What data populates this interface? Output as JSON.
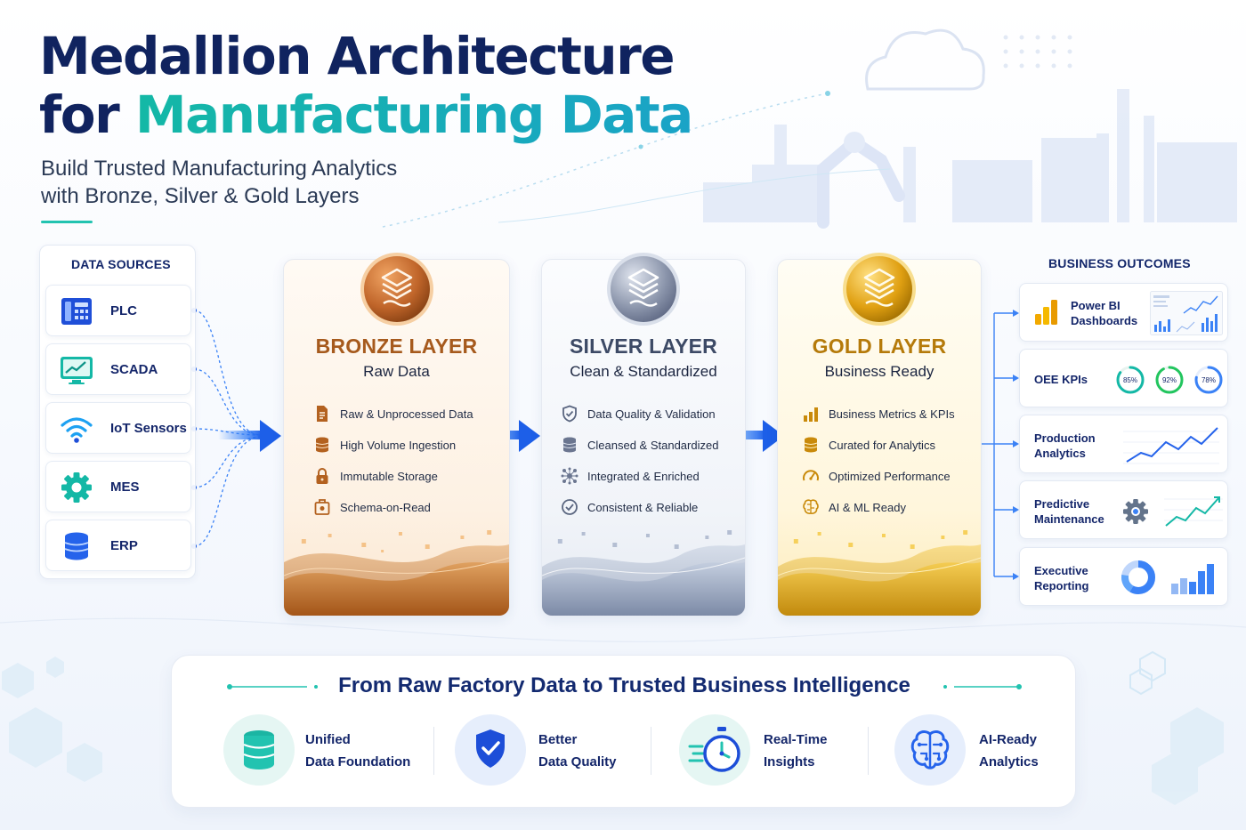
{
  "header": {
    "title_line1": "Medallion Architecture",
    "title_line2_prefix": "for ",
    "title_line2_accent": "Manufacturing Data",
    "subtitle_line1": "Build Trusted Manufacturing Analytics",
    "subtitle_line2": "with Bronze, Silver & Gold Layers"
  },
  "data_sources": {
    "heading": "DATA SOURCES",
    "items": [
      {
        "label": "PLC",
        "icon": "plc-icon"
      },
      {
        "label": "SCADA",
        "icon": "monitor-chart-icon"
      },
      {
        "label": "IoT Sensors",
        "icon": "wifi-icon"
      },
      {
        "label": "MES",
        "icon": "gear-icon"
      },
      {
        "label": "ERP",
        "icon": "database-icon"
      }
    ]
  },
  "layers": [
    {
      "name": "BRONZE LAYER",
      "subtitle": "Raw Data",
      "color": "#a65a1d",
      "features": [
        {
          "text": "Raw & Unprocessed Data",
          "icon": "document-icon"
        },
        {
          "text": "High Volume Ingestion",
          "icon": "database-icon"
        },
        {
          "text": "Immutable Storage",
          "icon": "lock-icon"
        },
        {
          "text": "Schema-on-Read",
          "icon": "schema-icon"
        }
      ]
    },
    {
      "name": "SILVER LAYER",
      "subtitle": "Clean & Standardized",
      "color": "#3d4a66",
      "features": [
        {
          "text": "Data Quality & Validation",
          "icon": "shield-check-icon"
        },
        {
          "text": "Cleansed & Standardized",
          "icon": "database-icon"
        },
        {
          "text": "Integrated & Enriched",
          "icon": "network-icon"
        },
        {
          "text": "Consistent & Reliable",
          "icon": "check-circle-icon"
        }
      ]
    },
    {
      "name": "GOLD LAYER",
      "subtitle": "Business Ready",
      "color": "#b57a0a",
      "features": [
        {
          "text": "Business Metrics & KPIs",
          "icon": "bar-chart-icon"
        },
        {
          "text": "Curated for Analytics",
          "icon": "database-icon"
        },
        {
          "text": "Optimized Performance",
          "icon": "gauge-icon"
        },
        {
          "text": "AI & ML Ready",
          "icon": "brain-icon"
        }
      ]
    }
  ],
  "outcomes": {
    "heading": "BUSINESS OUTCOMES",
    "items": [
      {
        "line1": "Power BI",
        "line2": "Dashboards",
        "icon": "power-bi-icon"
      },
      {
        "line1": "OEE KPIs",
        "line2": "",
        "gauges": [
          {
            "label": "85%",
            "value": 85
          },
          {
            "label": "92%",
            "value": 92
          },
          {
            "label": "78%",
            "value": 78
          }
        ]
      },
      {
        "line1": "Production",
        "line2": "Analytics"
      },
      {
        "line1": "Predictive",
        "line2": "Maintenance",
        "icon": "gear-icon"
      },
      {
        "line1": "Executive",
        "line2": "Reporting",
        "icon": "donut-chart-icon"
      }
    ]
  },
  "banner": {
    "title": "From Raw Factory Data to Trusted Business Intelligence",
    "benefits": [
      {
        "line1": "Unified",
        "line2": "Data Foundation",
        "icon": "database-icon"
      },
      {
        "line1": "Better",
        "line2": "Data Quality",
        "icon": "shield-check-icon"
      },
      {
        "line1": "Real-Time",
        "line2": "Insights",
        "icon": "stopwatch-icon"
      },
      {
        "line1": "AI-Ready",
        "line2": "Analytics",
        "icon": "brain-icon"
      }
    ]
  },
  "colors": {
    "navy": "#10235f",
    "teal": "#14b8a6",
    "blue": "#2563eb",
    "bronze": "#a65a1d",
    "silver": "#3d4a66",
    "gold": "#b57a0a"
  }
}
